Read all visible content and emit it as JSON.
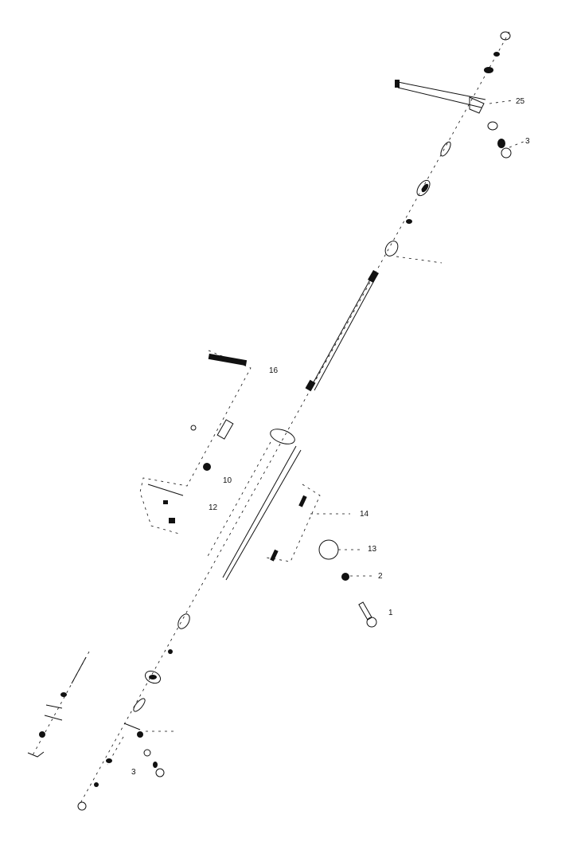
{
  "diagram": {
    "type": "exploded-parts-diagram",
    "part_labels": {
      "top_bracket": "25",
      "top_bolt": "3",
      "housing": "16",
      "spring_part": "10",
      "side_plate": "12",
      "pin": "14",
      "washer": "13",
      "nut": "2",
      "bolt": "1",
      "bottom_bolt": "3"
    }
  }
}
